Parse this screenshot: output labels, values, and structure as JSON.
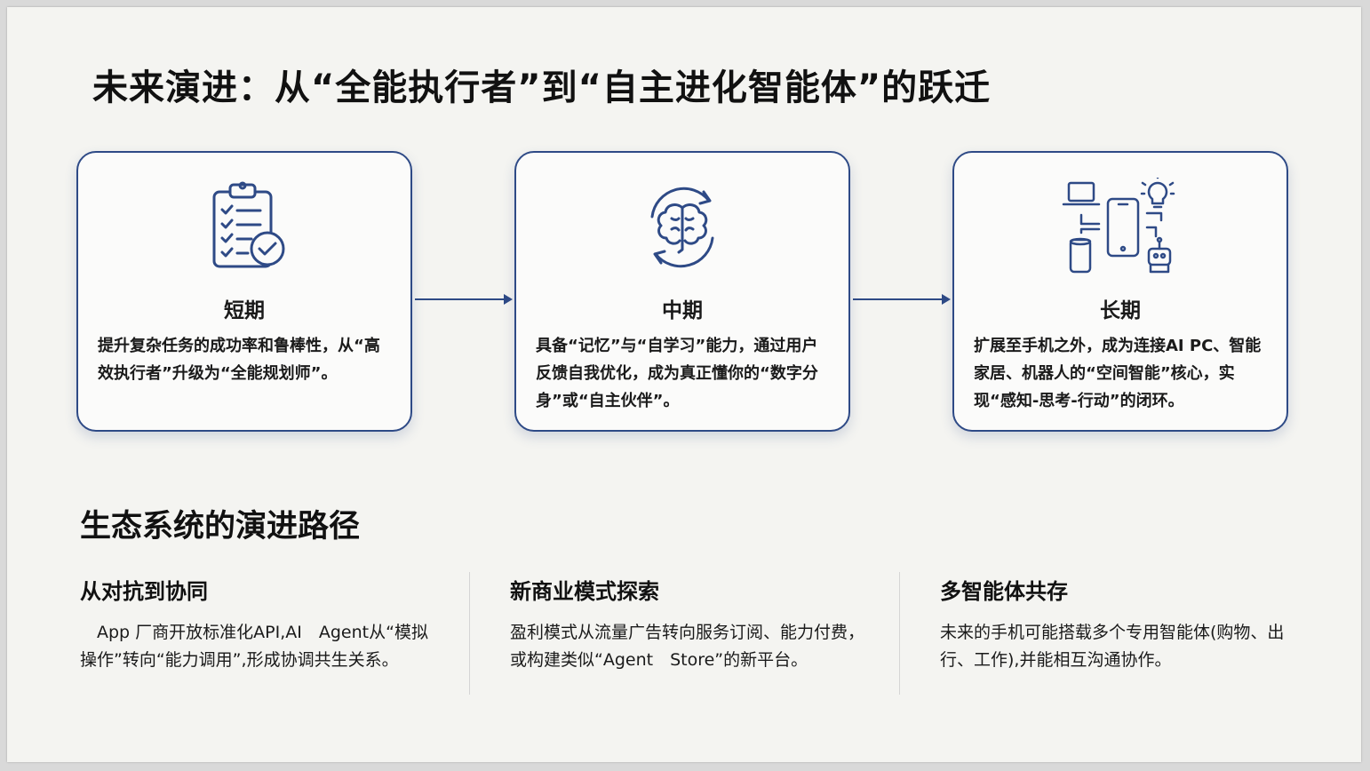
{
  "title": "未来演进：从“全能执行者”到“自主进化智能体”的跃迁",
  "stages": [
    {
      "label": "短期",
      "icon": "clipboard-check-icon",
      "desc": "提升复杂任务的成功率和鲁棒性，从“高效执行者”升级为“全能规划师”。"
    },
    {
      "label": "中期",
      "icon": "brain-cycle-icon",
      "desc": "具备“记忆”与“自学习”能力，通过用户反馈自我优化，成为真正懂你的“数字分身”或“自主伙伴”。"
    },
    {
      "label": "长期",
      "icon": "device-ecosystem-icon",
      "desc": "扩展至手机之外，成为连接AI PC、智能家居、机器人的“空间智能”核心，实现“感知-思考-行动”的闭环。"
    }
  ],
  "ecosystem": {
    "title": "生态系统的演进路径",
    "columns": [
      {
        "heading": "从对抗到协同",
        "text": "　App 厂商开放标准化API,AI　Agent从“模拟操作”转向“能力调用”,形成协调共生关系。"
      },
      {
        "heading": "新商业模式探索",
        "text": "盈利模式从流量广告转向服务订阅、能力付费，或构建类似“Agent　Store”的新平台。"
      },
      {
        "heading": "多智能体共存",
        "text": "未来的手机可能搭载多个专用智能体(购物、出行、工作),并能相互沟通协作。"
      }
    ]
  },
  "colors": {
    "accent": "#2e4a86",
    "background": "#f4f4f1",
    "card": "#fbfbfa"
  }
}
